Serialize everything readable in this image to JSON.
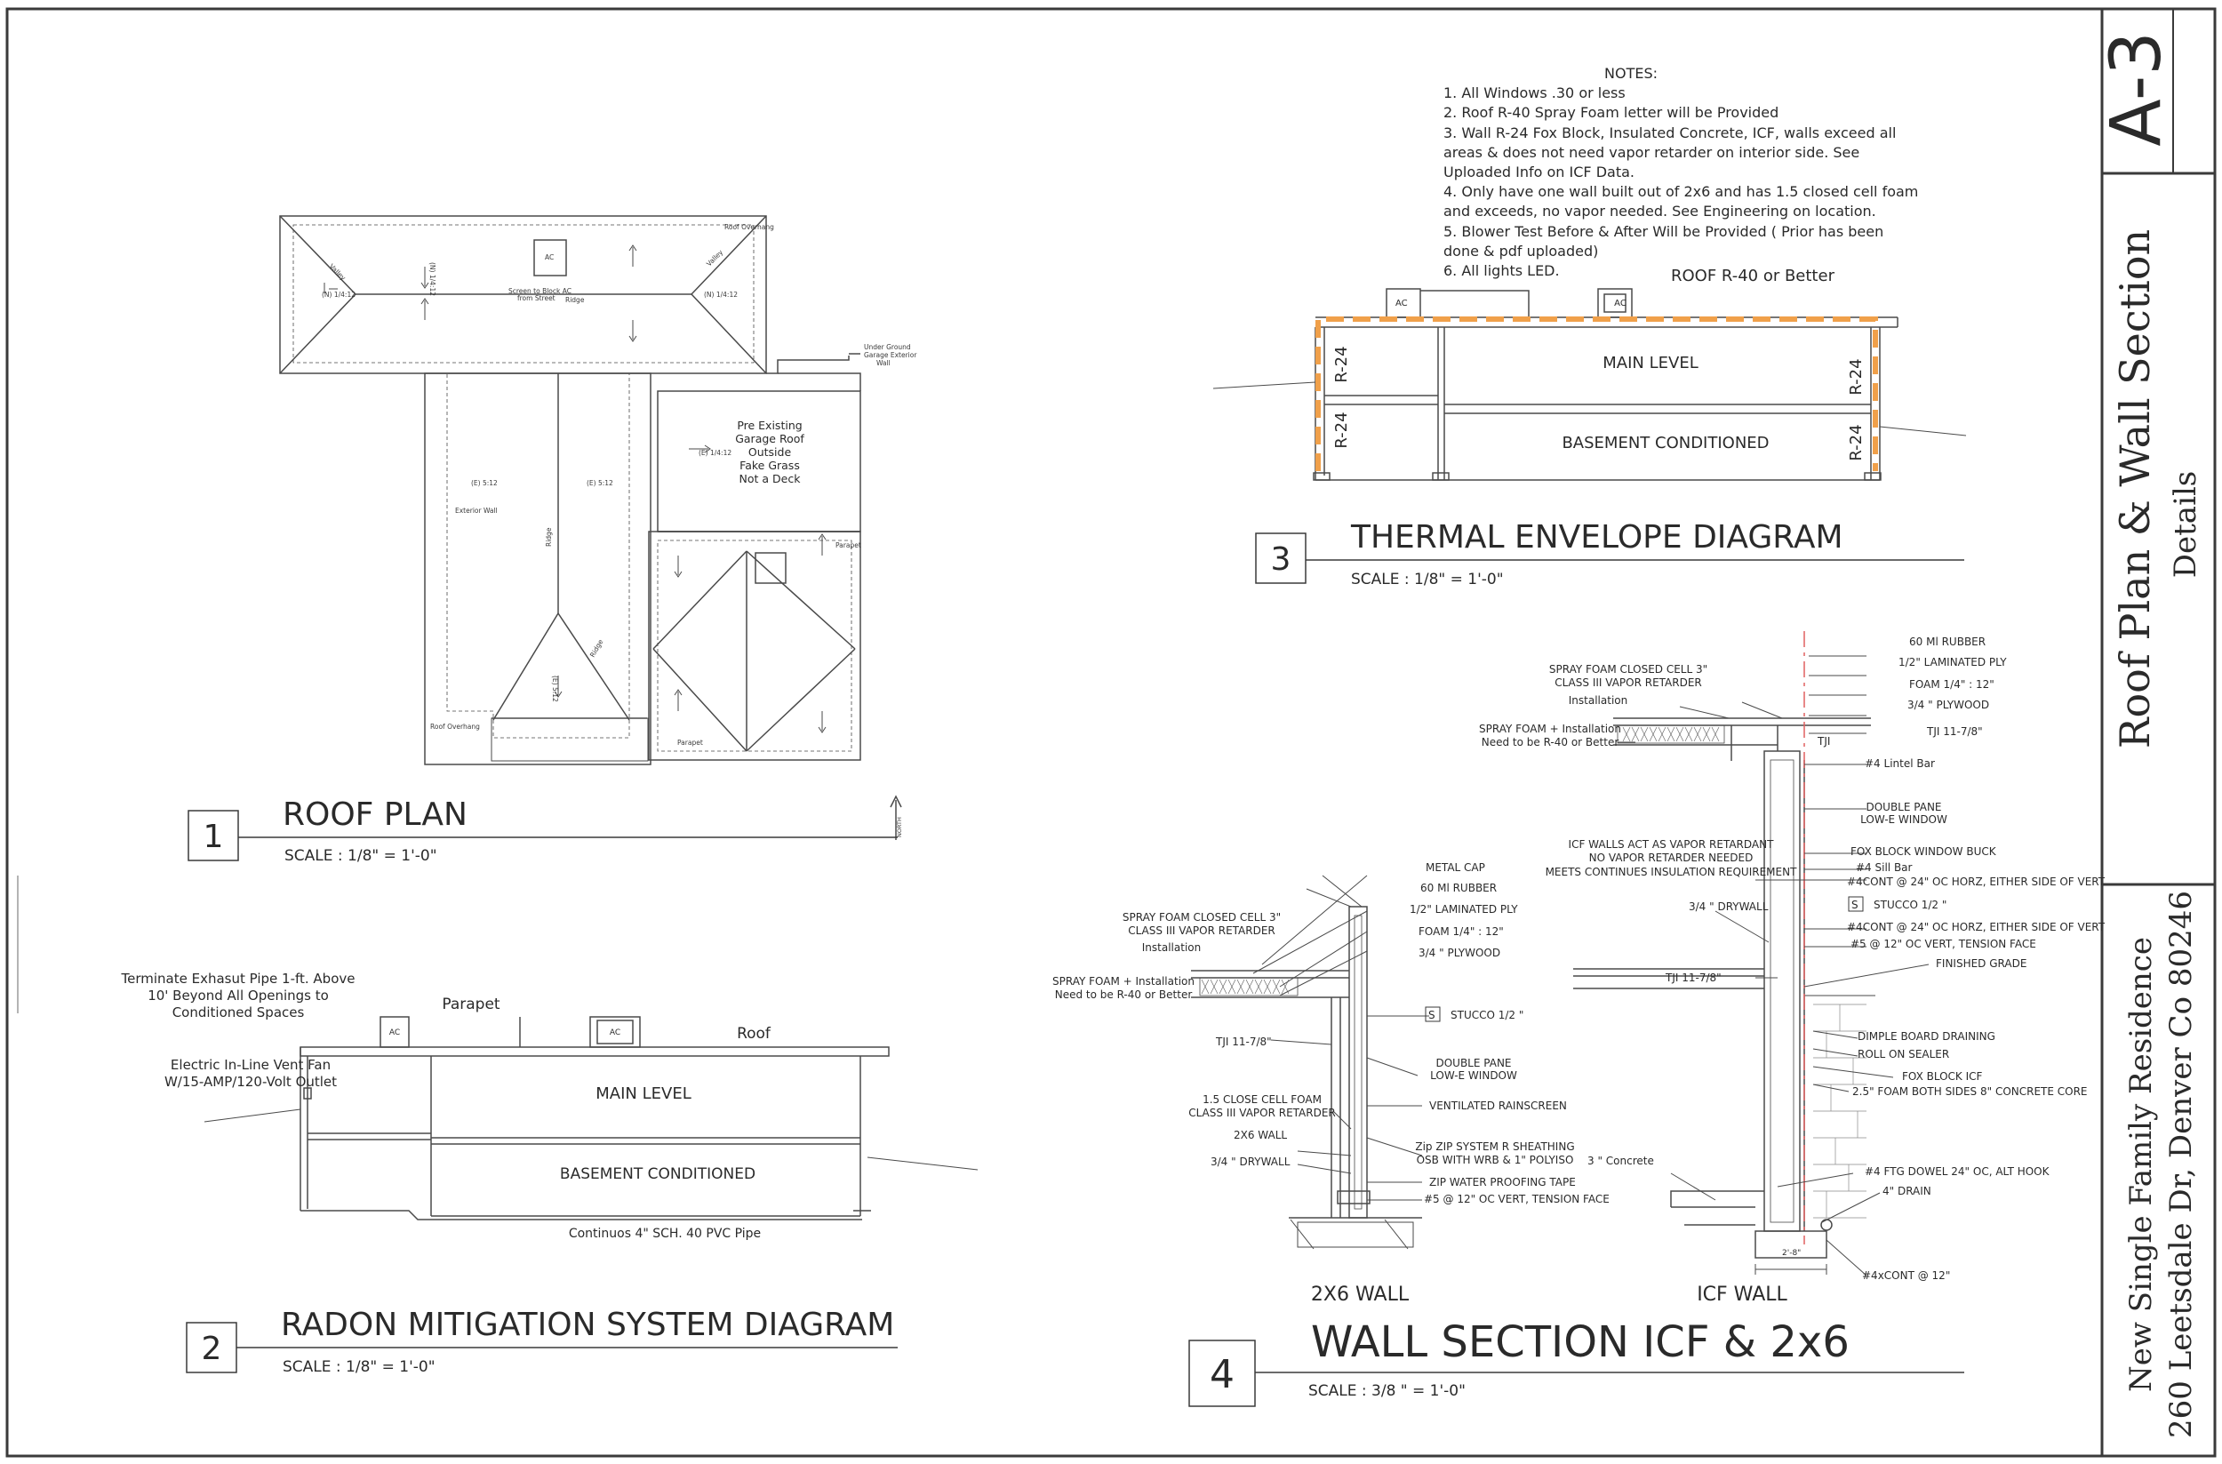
{
  "title_block": {
    "sheet_number": "A-3",
    "sheet_title": "Roof Plan & Wall Section",
    "sheet_subtitle": "Details",
    "project_name": "New Single Family  Residence",
    "project_address": "260 Leetsdale Dr, Denver Co 80246"
  },
  "notes": {
    "heading": "NOTES:",
    "lines": [
      "1.   All Windows .30 or less",
      "2.  Roof R-40 Spray Foam  letter will be Provided",
      "3.  Wall R-24 Fox Block, Insulated Concrete, ICF, walls exceed all",
      "areas & does not need vapor retarder on interior side. See",
      "Uploaded Info on ICF Data.",
      "4. Only have one wall built out of 2x6 and has 1.5 closed cell foam",
      "and exceeds, no vapor needed. See Engineering on location.",
      "5. Blower Test Before & After Will be Provided ( Prior has been",
      "done & pdf uploaded)",
      "6. All lights LED."
    ]
  },
  "detail_1": {
    "number": "1",
    "title": "ROOF PLAN",
    "scale": "SCALE : 1/8\" = 1'-0\"",
    "labels": {
      "roof_overhang_top": "Roof Overhang",
      "ac": "AC",
      "screen": "Screen to Block AC",
      "from_street": "from Street",
      "ridge_a": "Ridge",
      "ridge_b": "Ridge",
      "ridge_c": "Ridge",
      "hip_a": "Valley",
      "hip_b": "Valley",
      "slope_a": "(N) 1/4:12",
      "slope_b": "(N) 1/4:12",
      "slope_c": "(N) 1/4:12",
      "slope_d": "(E) 5:12",
      "slope_e": "(E) 5:12",
      "slope_f": "(E) 5:12",
      "slope_g": "(E) 1/4:12",
      "underground": "Under Ground",
      "garage_ext": "Garage Exterior",
      "wall": "Wall",
      "pre_existing": "Pre Existing",
      "garage_roof": "Garage Roof",
      "outside": "Outside",
      "fake_grass": "Fake Grass",
      "not_deck": "Not a Deck",
      "exterior_wall": "Exterior Wall",
      "parapet_a": "Parapet",
      "parapet_b": "Parapet",
      "roof_overhang_bottom": "Roof Overhang",
      "north": "NORTH"
    }
  },
  "detail_2": {
    "number": "2",
    "title": "RADON MITIGATION SYSTEM DIAGRAM",
    "scale": "SCALE : 1/8\" = 1'-0\"",
    "terminate": [
      "Terminate Exhasut Pipe 1-ft. Above",
      "10' Beyond All Openings to",
      "Conditioned Spaces"
    ],
    "vent_fan": [
      "Electric In-Line Vent Fan",
      "W/15-AMP/120-Volt Outlet"
    ],
    "parapet": "Parapet",
    "roof": "Roof",
    "ac1": "AC",
    "ac2": "AC",
    "main_level": "MAIN LEVEL",
    "basement": "BASEMENT CONDITIONED",
    "pipe": "Continuos 4\" SCH. 40 PVC Pipe"
  },
  "detail_3": {
    "number": "3",
    "title": "THERMAL ENVELOPE DIAGRAM",
    "scale": "SCALE : 1/8\" = 1'-0\"",
    "roof_label": "ROOF R-40 or Better",
    "ac1": "AC",
    "ac2": "AC",
    "main_level": "MAIN LEVEL",
    "basement": "BASEMENT CONDITIONED",
    "r_left_top": "R-24",
    "r_left_bottom": "R-24",
    "r_right_top": "R-24",
    "r_right_bottom": "R-24"
  },
  "detail_4": {
    "number": "4",
    "title": "WALL SECTION ICF & 2x6",
    "scale": "SCALE : 3/8 \" = 1'-0\"",
    "wall_2x6": "2X6 WALL",
    "wall_icf": "ICF WALL",
    "left_labels": {
      "spray_closed": [
        "SPRAY FOAM CLOSED CELL 3\"",
        "CLASS III VAPOR RETARDER",
        "Installation"
      ],
      "spray_r40": [
        "SPRAY FOAM + Installation",
        "Need to be R-40 or Better"
      ],
      "tji": "TJI  11-7/8\"",
      "close_cell": [
        "1.5 CLOSE CELL FOAM",
        "CLASS III VAPOR RETARDER"
      ],
      "wall_2x6": "2X6 WALL",
      "drywall": "3/4 \" DRYWALL",
      "metal_cap": "METAL CAP",
      "rubber": "60 Ml RUBBER",
      "ply": "1/2\" LAMINATED PLY",
      "foam": "FOAM 1/4\" : 12\"",
      "plywood": "3/4 \" PLYWOOD",
      "stucco_s": "S",
      "stucco": "STUCCO 1/2 \"",
      "double_pane": [
        "DOUBLE PANE",
        "LOW-E WINDOW"
      ],
      "rainscreen": "VENTILATED RAINSCREEN",
      "zip": [
        "Zip ZIP SYSTEM R SHEATHING",
        "OSB WITH WRB & 1\" POLYISO"
      ],
      "zip_tape": "ZIP WATER PROOFING TAPE",
      "rebar": "#5 @ 12\" OC VERT, TENSION FACE",
      "concrete": "3 \" Concrete"
    },
    "right_labels": {
      "spray_closed": [
        "SPRAY FOAM CLOSED CELL 3\"",
        "CLASS III VAPOR RETARDER",
        "Installation"
      ],
      "spray_r40": [
        "SPRAY FOAM + Installation",
        "Need to be R-40 or Better"
      ],
      "tji_top": "TJI",
      "rubber": "60 Ml RUBBER",
      "ply": "1/2\" LAMINATED PLY",
      "foam": "FOAM 1/4\" : 12\"",
      "plywood": "3/4 \" PLYWOOD",
      "tji": "TJI  11-7/8\"",
      "lintel": "#4 Lintel Bar",
      "double_pane": [
        "DOUBLE PANE",
        "LOW-E WINDOW"
      ],
      "icf_vapor": [
        "ICF WALLS ACT AS VAPOR RETARDANT",
        "NO VAPOR RETARDER NEEDED",
        "MEETS CONTINUES INSULATION  REQUIREMENT"
      ],
      "fox_buck": "FOX BLOCK WINDOW BUCK",
      "sill": "#4 Sill Bar",
      "cont1": "#4CONT @ 24\" OC HORZ, EITHER SIDE OF VERT",
      "drywall": "3/4 \" DRYWALL",
      "stucco_s": "S",
      "stucco": "STUCCO 1/2 \"",
      "cont2": "#4CONT @ 24\" OC HORZ, EITHER SIDE OF VERT",
      "tension": "#5 @ 12\" OC VERT, TENSION FACE",
      "tji_mid": "TJI 11-7/8\"",
      "grade": "FINISHED GRADE",
      "dimple": "DIMPLE BOARD DRAINING",
      "roll": "ROLL ON SEALER",
      "fox_icf": "FOX BLOCK ICF",
      "foam_core": "2.5\" FOAM BOTH SIDES 8\" CONCRETE CORE",
      "dowel": "#4 FTG DOWEL 24\" OC, ALT HOOK",
      "drain": "4\" DRAIN",
      "dim": "2'-8\"",
      "cont3": "#4xCONT @ 12\""
    }
  },
  "colors": {
    "ink": "#3a3a3a",
    "envelope": "#f0a04a",
    "centerline": "#e06060"
  }
}
